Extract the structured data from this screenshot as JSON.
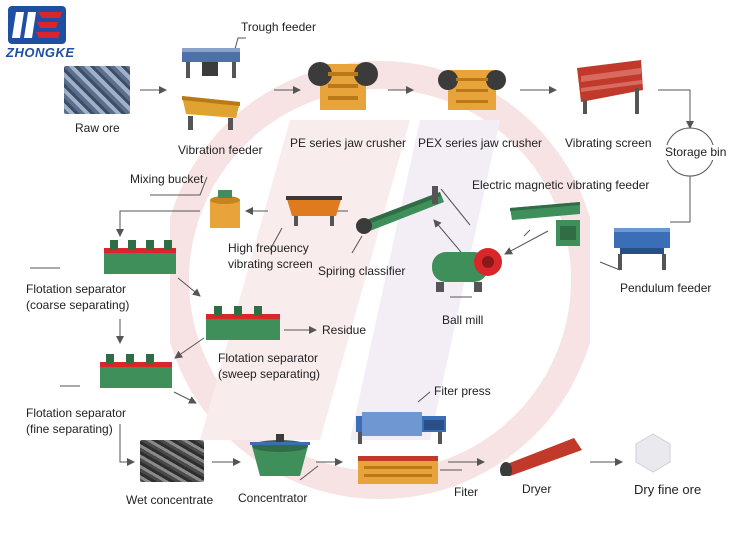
{
  "brand": {
    "name": "ZHONGKE",
    "color": "#1f4fa3",
    "accent": "#d9262b"
  },
  "labels": {
    "trough_feeder": "Trough feeder",
    "raw_ore": "Raw ore",
    "vibration_feeder": "Vibration feeder",
    "pe_jaw_crusher": "PE series jaw crusher",
    "pex_jaw_crusher": "PEX series jaw crusher",
    "vibrating_screen": "Vibrating screen",
    "storage_bin": "Storage bin",
    "mixing_bucket": "Mixing bucket",
    "electric_magnetic_feeder": "Electric magnetic vibrating feeder",
    "high_freq_screen_line1": "High frepuency",
    "high_freq_screen_line2": "vibrating screen",
    "spiring_classifier": "Spiring classifier",
    "flotation_coarse_line1": "Flotation separator",
    "flotation_coarse_line2": "(coarse separating)",
    "pendulum_feeder": "Pendulum feeder",
    "ball_mill": "Ball mill",
    "residue": "Residue",
    "flotation_sweep_line1": "Flotation separator",
    "flotation_sweep_line2": "(sweep separating)",
    "flotation_fine_line1": "Flotation separator",
    "flotation_fine_line2": "(fine separating)",
    "filter_press": "Fiter press",
    "wet_concentrate": "Wet concentrate",
    "concentrator": "Concentrator",
    "filter": "Fiter",
    "dryer": "Dryer",
    "dry_fine_ore": "Dry fine ore"
  },
  "colors": {
    "arrow": "#555555",
    "machine_orange": "#e8a33a",
    "machine_green": "#3f8f5a",
    "machine_blue": "#3a6fb8",
    "machine_red": "#c0392b",
    "watermark": "#f6dcdc"
  }
}
